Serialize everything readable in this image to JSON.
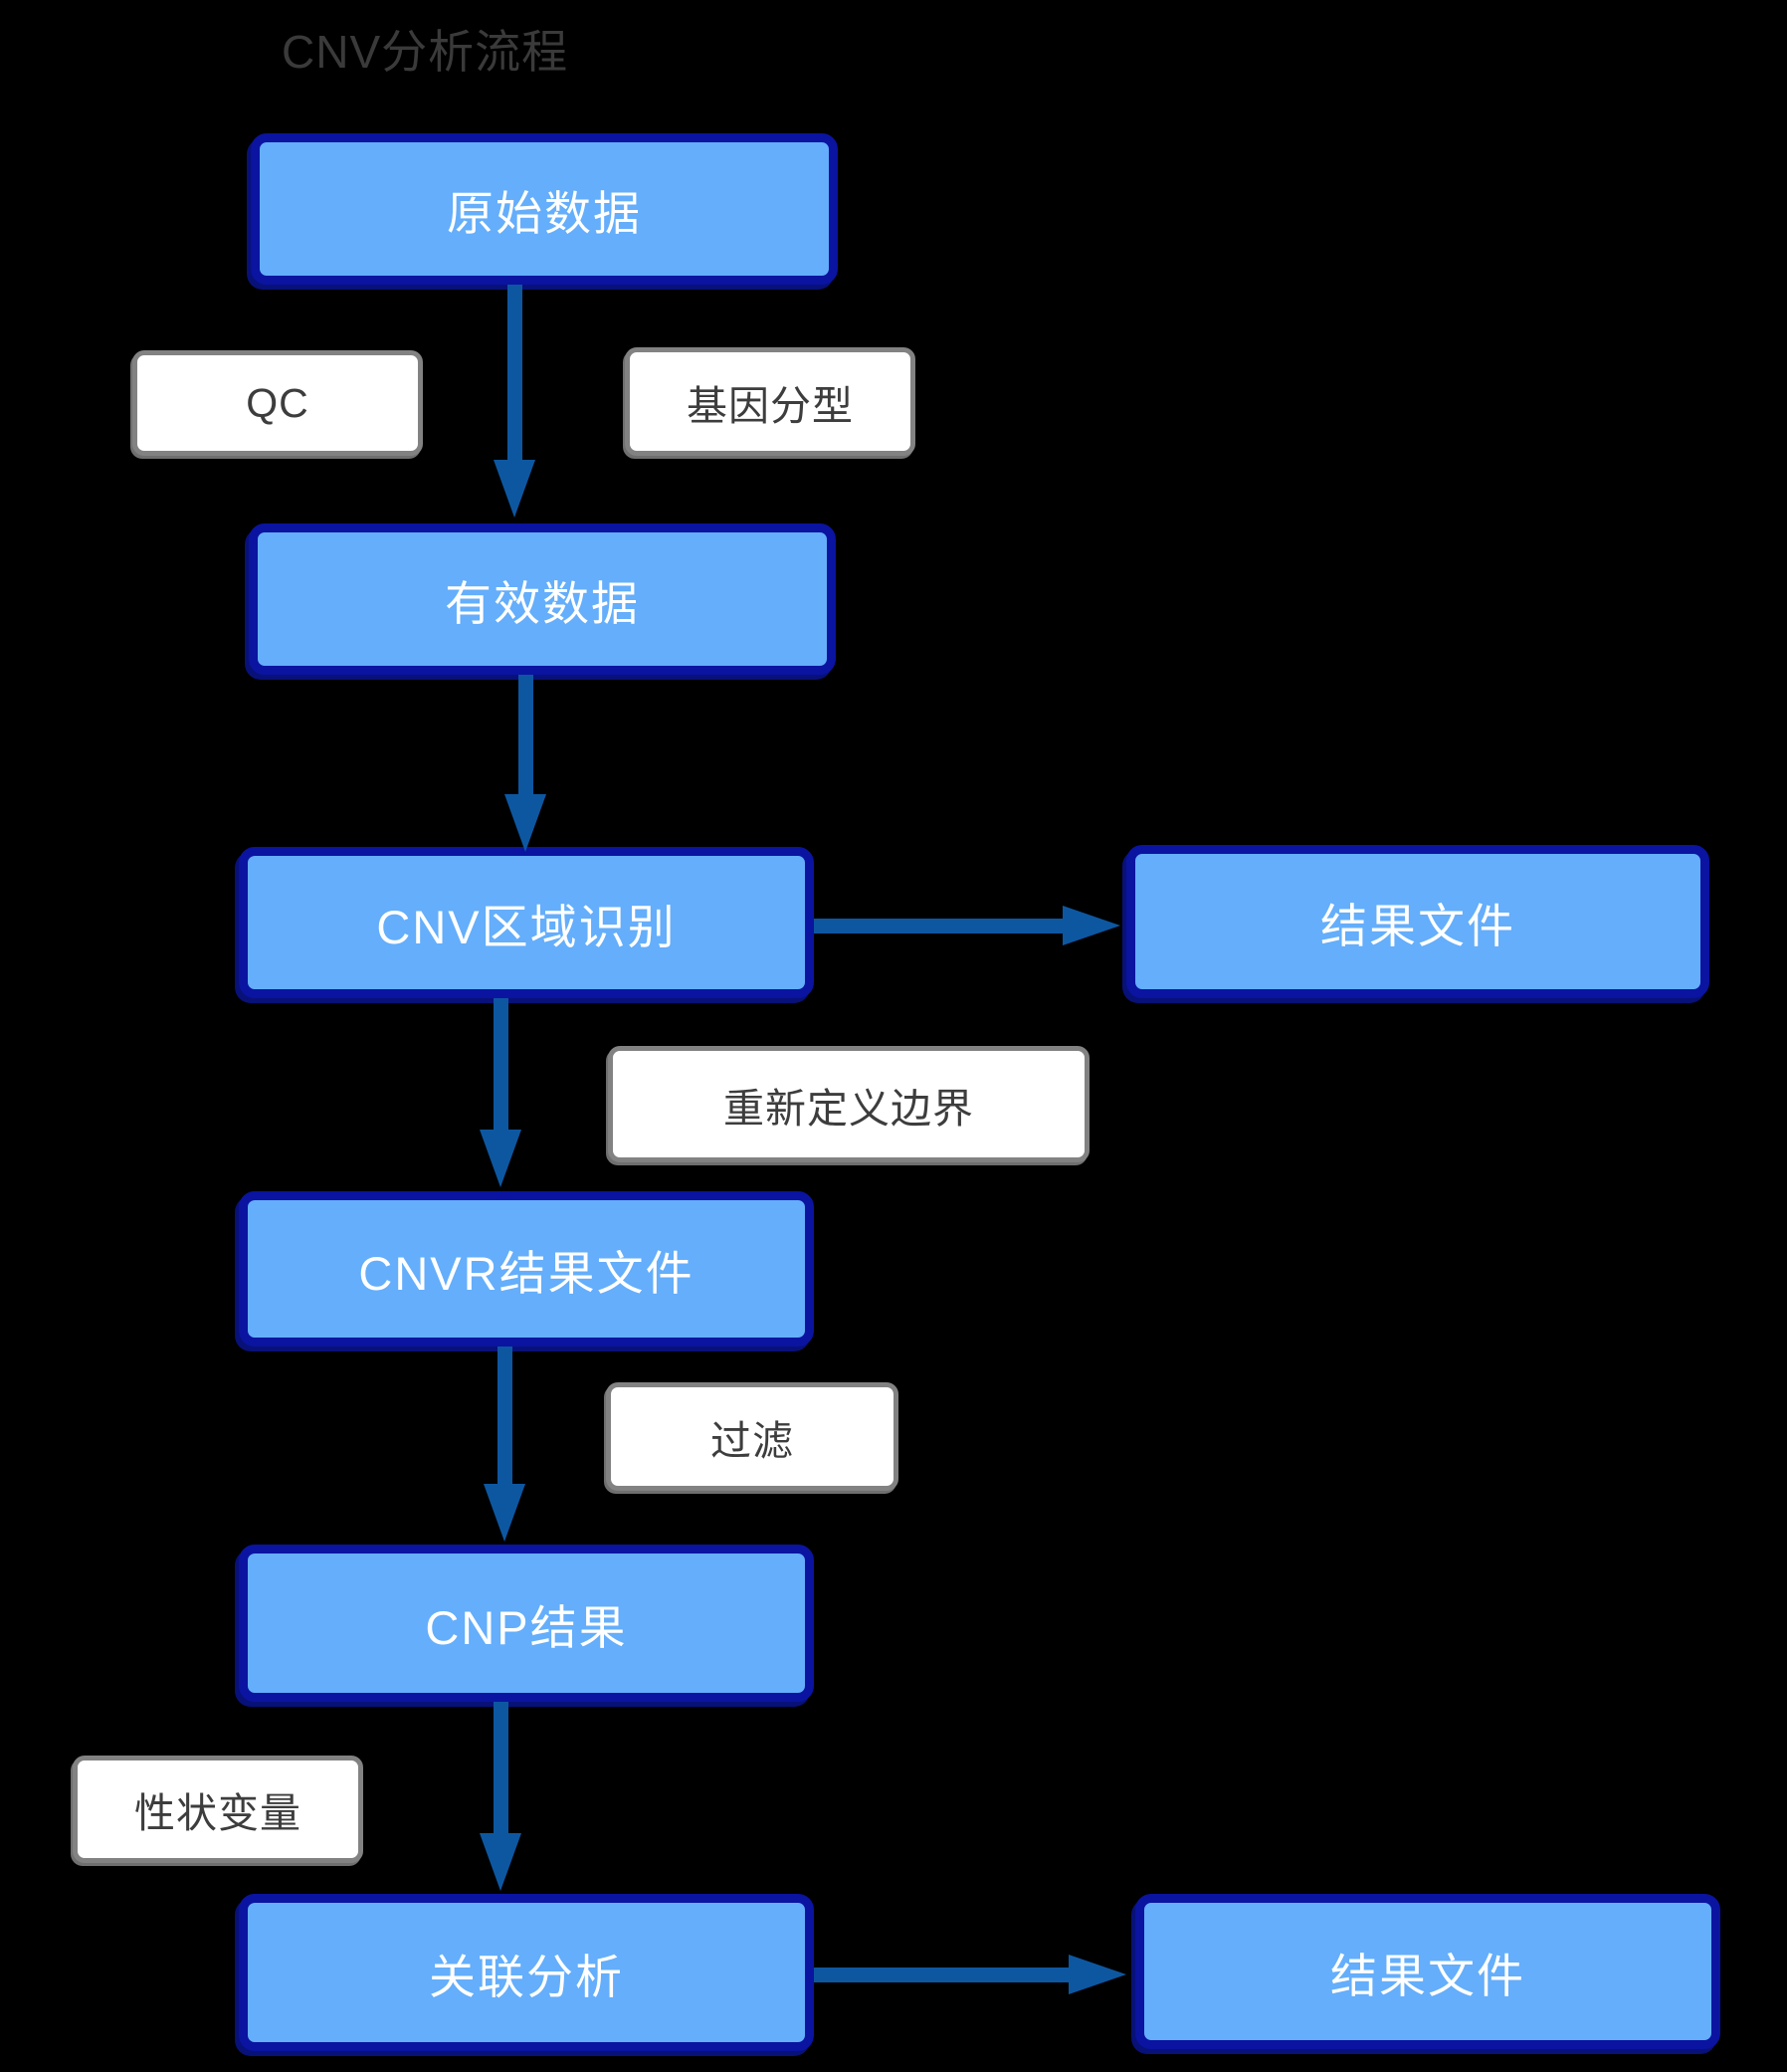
{
  "title": "CNV分析流程",
  "colors": {
    "background": "#000000",
    "node_fill": "#64AEFB",
    "node_border": "#0A14A0",
    "node_text": "#FFFFFF",
    "tag_fill": "#FFFFFF",
    "tag_border": "#828282",
    "tag_text": "#3D3D3D",
    "arrow": "#0D57A1",
    "title_text": "#3A3A3A"
  },
  "nodes": [
    {
      "id": "raw-data",
      "label": "原始数据"
    },
    {
      "id": "valid-data",
      "label": "有效数据"
    },
    {
      "id": "cnv-region",
      "label": "CNV区域识别"
    },
    {
      "id": "result-file-top",
      "label": "结果文件"
    },
    {
      "id": "cnvr-result",
      "label": "CNVR结果文件"
    },
    {
      "id": "cnp-result",
      "label": "CNP结果"
    },
    {
      "id": "assoc-analysis",
      "label": "关联分析"
    },
    {
      "id": "result-file-bottom",
      "label": "结果文件"
    }
  ],
  "tags": [
    {
      "id": "qc",
      "label": "QC"
    },
    {
      "id": "genotyping",
      "label": "基因分型"
    },
    {
      "id": "redefine",
      "label": "重新定义边界"
    },
    {
      "id": "filter",
      "label": "过滤"
    },
    {
      "id": "trait",
      "label": "性状变量"
    }
  ],
  "edges": [
    {
      "from": "原始数据",
      "to": "有效数据",
      "annotations": [
        "QC",
        "基因分型"
      ]
    },
    {
      "from": "有效数据",
      "to": "CNV区域识别",
      "annotations": []
    },
    {
      "from": "CNV区域识别",
      "to": "结果文件",
      "annotations": []
    },
    {
      "from": "CNV区域识别",
      "to": "CNVR结果文件",
      "annotations": [
        "重新定义边界"
      ]
    },
    {
      "from": "CNVR结果文件",
      "to": "CNP结果",
      "annotations": [
        "过滤"
      ]
    },
    {
      "from": "CNP结果",
      "to": "关联分析",
      "annotations": [
        "性状变量"
      ]
    },
    {
      "from": "关联分析",
      "to": "结果文件",
      "annotations": []
    }
  ]
}
